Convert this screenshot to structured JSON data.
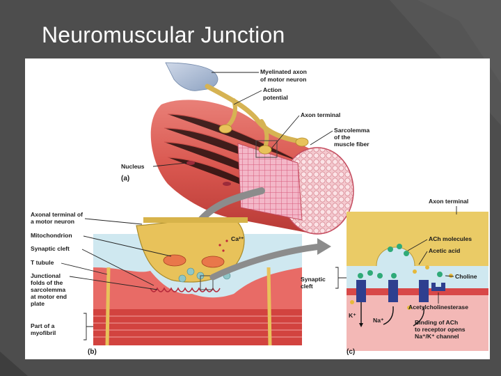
{
  "slide": {
    "title": "Neuromuscular Junction"
  },
  "panel_a": {
    "panel_label": "(a)",
    "labels": {
      "myelinated_axon": [
        "Myelinated axon",
        "of motor neuron"
      ],
      "action_potential": [
        "Action",
        "potential"
      ],
      "axon_terminal": "Axon terminal",
      "sarcolemma": [
        "Sarcolemma",
        "of the",
        "muscle fiber"
      ],
      "nucleus": "Nucleus"
    }
  },
  "panel_b": {
    "panel_label": "(b)",
    "labels": {
      "axonal_terminal": [
        "Axonal terminal of",
        "a motor neuron"
      ],
      "mitochondrion": "Mitochondrion",
      "synaptic_cleft": "Synaptic cleft",
      "t_tubule": "T tubule",
      "junctional_folds": [
        "Junctional",
        "folds of the",
        "sarcolemma",
        "at motor end",
        "plate"
      ],
      "myofibril": [
        "Part of a",
        "myofibril"
      ],
      "calcium": "Ca²⁺"
    }
  },
  "panel_c": {
    "panel_label": "(c)",
    "labels": {
      "axon_terminal": "Axon terminal",
      "ach_molecules": "ACh molecules",
      "acetic_acid": "Acetic acid",
      "choline": "Choline",
      "synaptic_cleft": [
        "Synaptic",
        "cleft"
      ],
      "acetylcholinesterase": "Acetylcholinesterase",
      "potassium": "K⁺",
      "sodium": "Na⁺",
      "binding": [
        "Binding of ACh",
        "to receptor opens",
        "Na⁺/K⁺ channel"
      ]
    }
  },
  "colors": {
    "slide_background": "#4a4a4a",
    "muscle": "#d9605a",
    "axon": "#e8c25a",
    "cleft": "#cde9f2",
    "ach": "#2faa78"
  }
}
